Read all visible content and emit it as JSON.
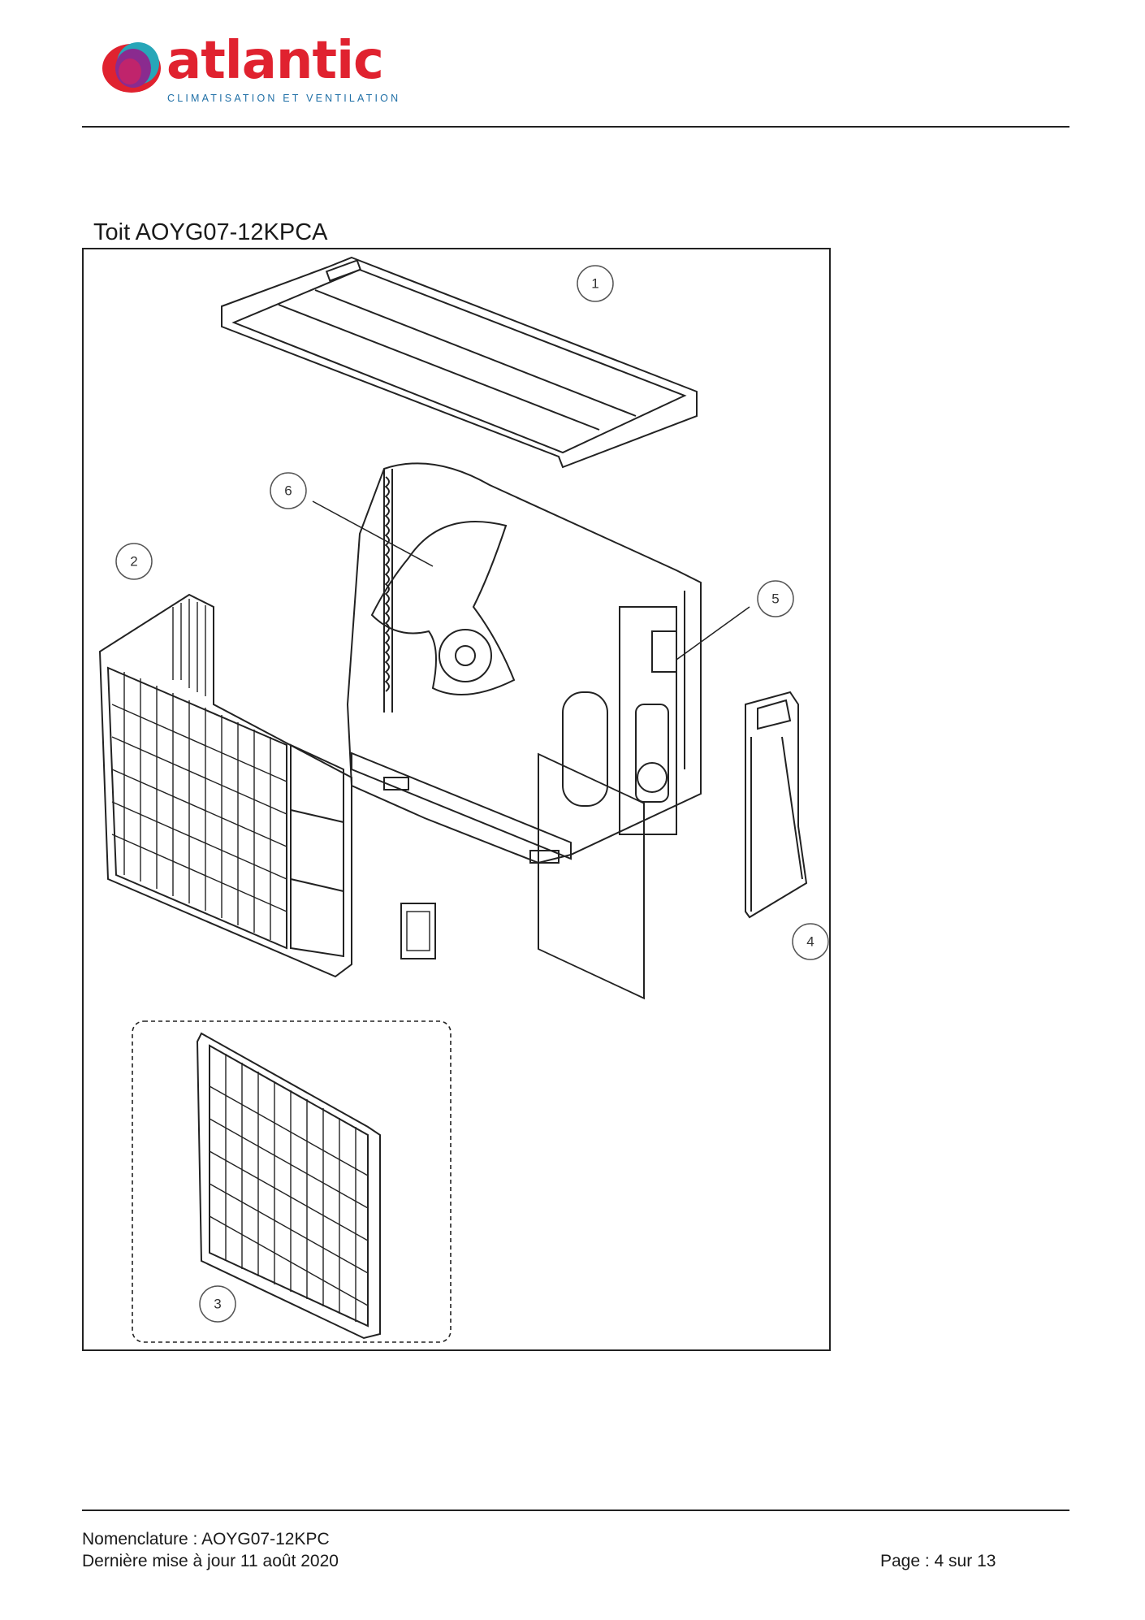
{
  "brand": {
    "name": "atlantic",
    "tagline": "CLIMATISATION ET VENTILATION",
    "colors": {
      "red": "#e0222f",
      "purple": "#8a2b8f",
      "blue": "#1f6fa6",
      "teal": "#27a6b8"
    }
  },
  "section": {
    "title": "Toit AOYG07-12KPCA"
  },
  "diagram": {
    "callouts": [
      "1",
      "2",
      "3",
      "4",
      "5",
      "6"
    ]
  },
  "footer": {
    "nomenclature": "Nomenclature : AOYG07-12KPC",
    "updated": "Dernière mise à jour 11 août 2020",
    "page": "Page : 4 sur 13"
  }
}
